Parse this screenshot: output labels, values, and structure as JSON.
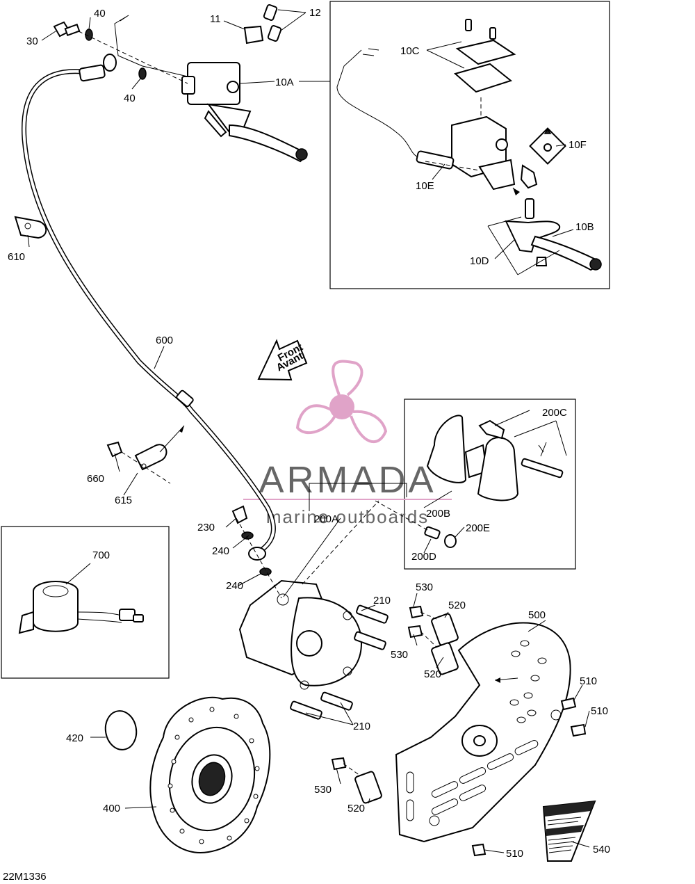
{
  "diagram_code": "22M1336",
  "watermark": {
    "brand": "ARMADA",
    "tagline": "marine outboards",
    "colors": {
      "logo": "#e0a3c8",
      "text": "#6b6b6b"
    }
  },
  "direction_arrow": {
    "line1": "Front",
    "line2": "Avant"
  },
  "callouts": {
    "c10a": "10A",
    "c10b": "10B",
    "c10c": "10C",
    "c10d": "10D",
    "c10e": "10E",
    "c10f": "10F",
    "c11": "11",
    "c12": "12",
    "c30": "30",
    "c40a": "40",
    "c40b": "40",
    "c200a": "200A",
    "c200b": "200B",
    "c200c": "200C",
    "c200d": "200D",
    "c200e": "200E",
    "c210a": "210",
    "c210b": "210",
    "c230": "230",
    "c240a": "240",
    "c240b": "240",
    "c400": "400",
    "c420": "420",
    "c500": "500",
    "c510a": "510",
    "c510b": "510",
    "c510c": "510",
    "c520a": "520",
    "c520b": "520",
    "c520c": "520",
    "c530a": "530",
    "c530b": "530",
    "c530c": "530",
    "c540": "540",
    "c600": "600",
    "c610": "610",
    "c615": "615",
    "c660": "660",
    "c700": "700"
  }
}
